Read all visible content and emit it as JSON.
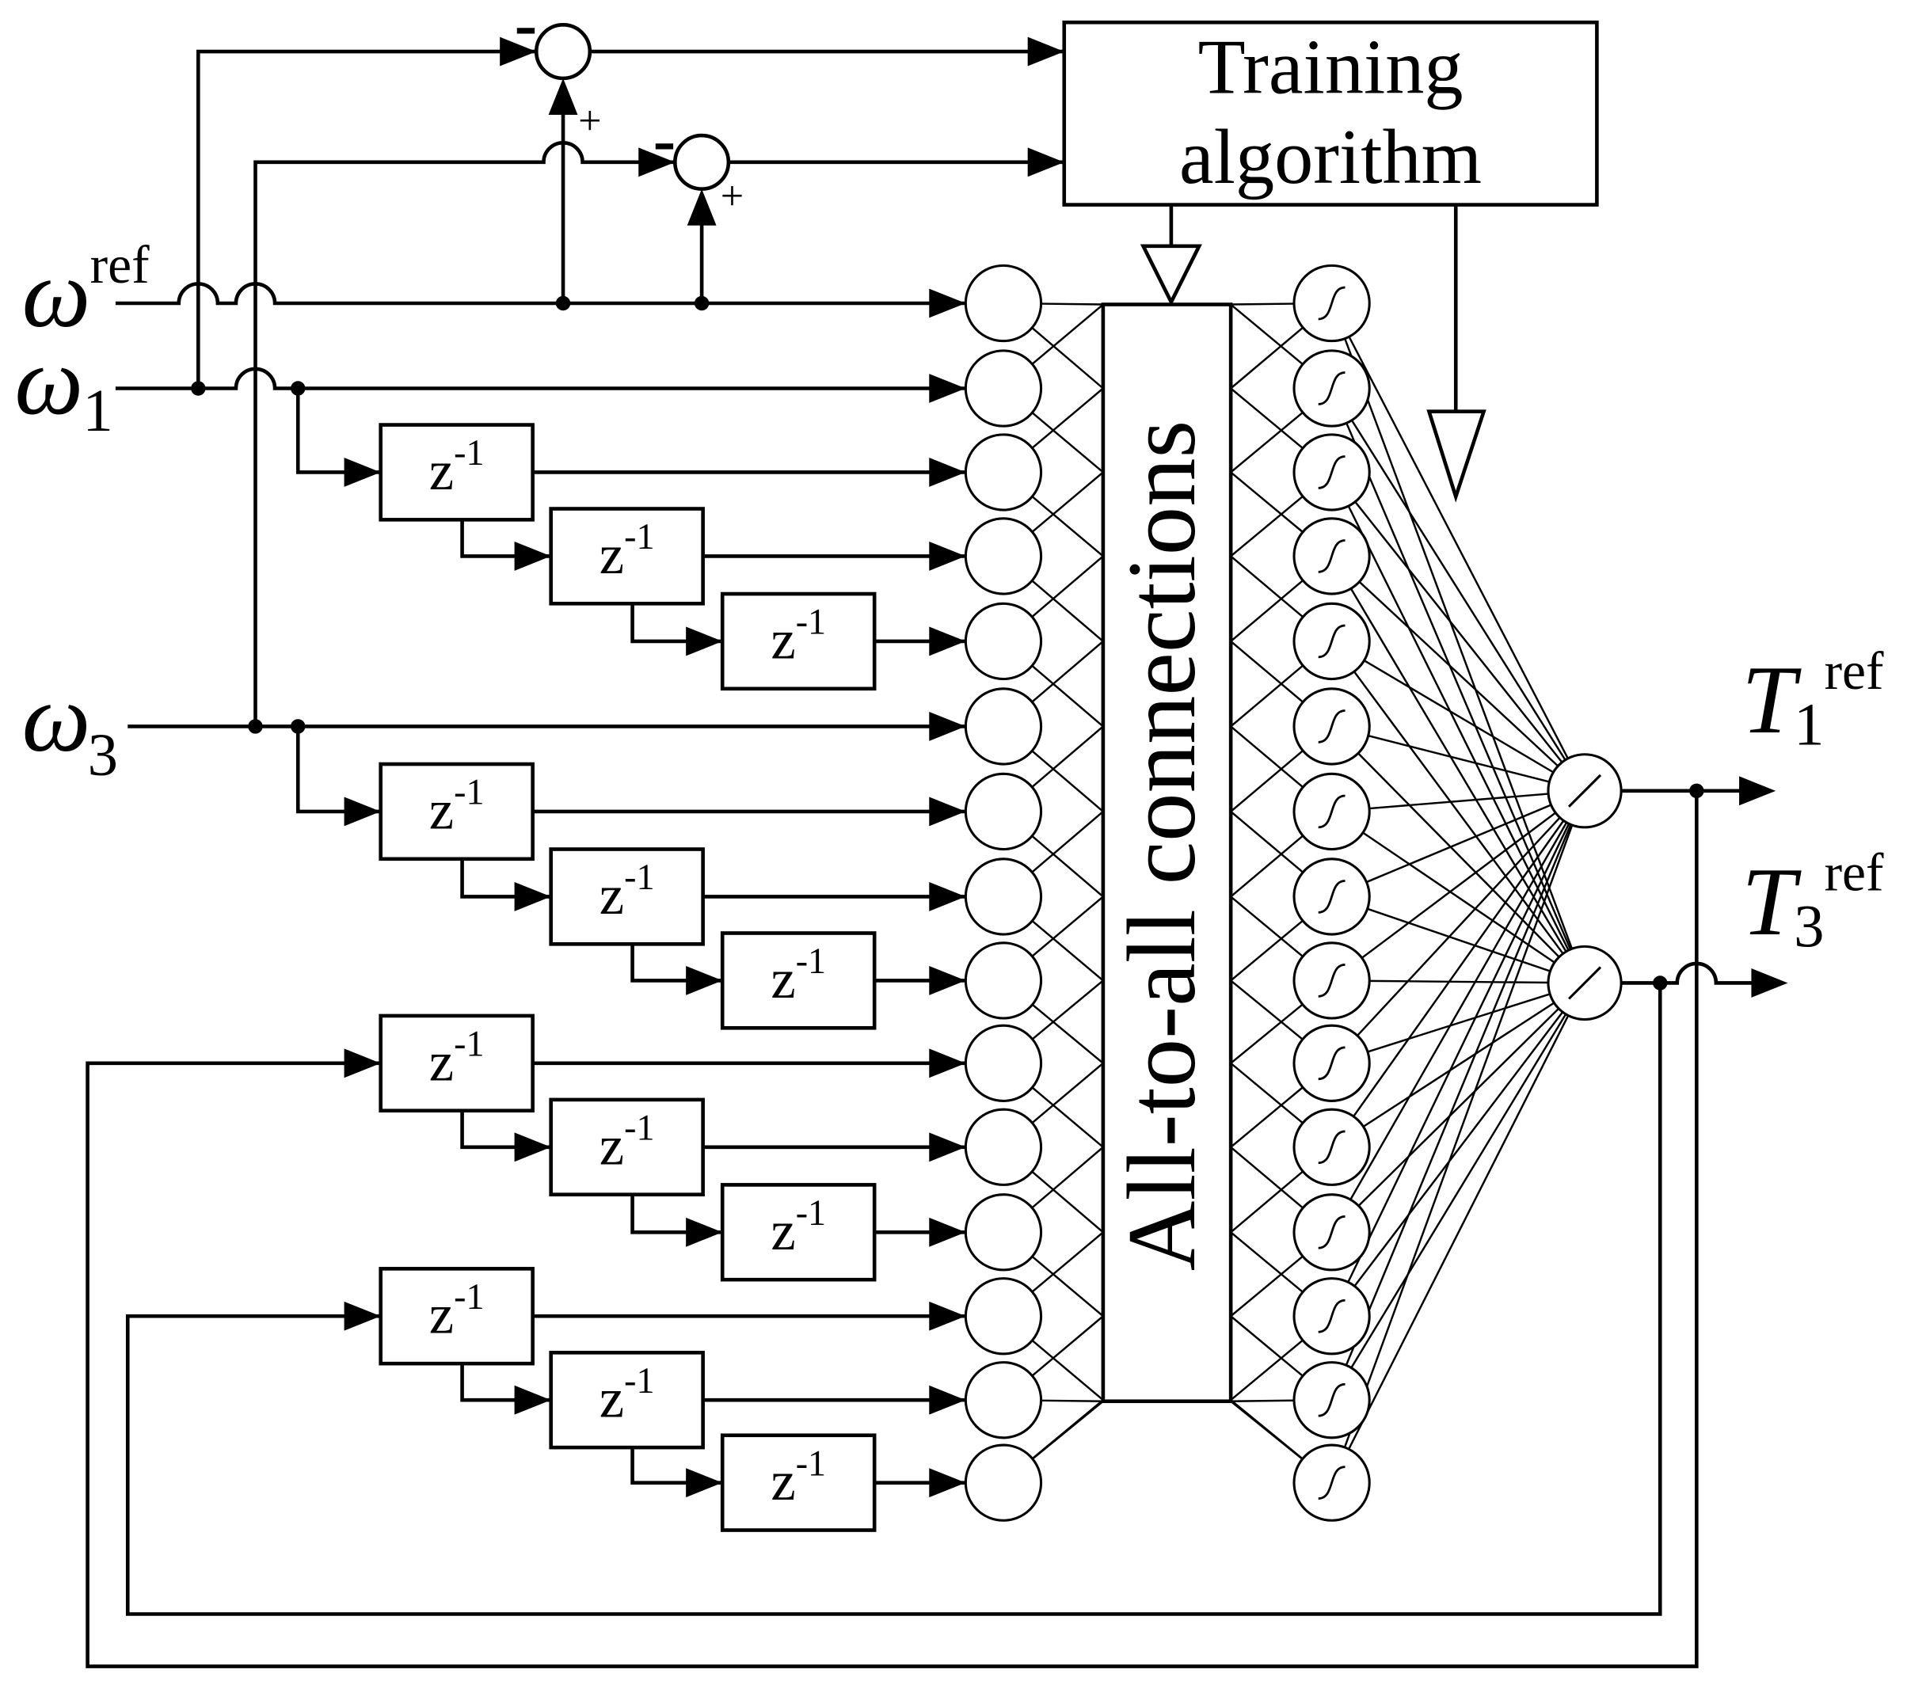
{
  "diagram": {
    "training_block": {
      "line1": "Training",
      "line2": "algorithm"
    },
    "connection_block": {
      "label": "All-to-all connections"
    },
    "delay_block": {
      "base": "z",
      "exponent": "-1"
    },
    "summing_junctions": [
      {
        "minus": "-",
        "plus": "+"
      },
      {
        "minus": "-",
        "plus": "+"
      }
    ],
    "inputs": {
      "omega_ref": {
        "symbol": "ω",
        "superscript": "ref"
      },
      "omega_1": {
        "symbol": "ω",
        "subscript": "1"
      },
      "omega_3": {
        "symbol": "ω",
        "subscript": "3"
      }
    },
    "outputs": {
      "t1_ref": {
        "symbol": "T",
        "subscript": "1",
        "superscript": "ref"
      },
      "t3_ref": {
        "symbol": "T",
        "subscript": "3",
        "superscript": "ref"
      }
    },
    "neuron_icons": {
      "hidden": "sigmoid-icon",
      "output": "linear-activation-icon"
    },
    "colors": {
      "line": "#000000",
      "fill": "#ffffff"
    }
  }
}
